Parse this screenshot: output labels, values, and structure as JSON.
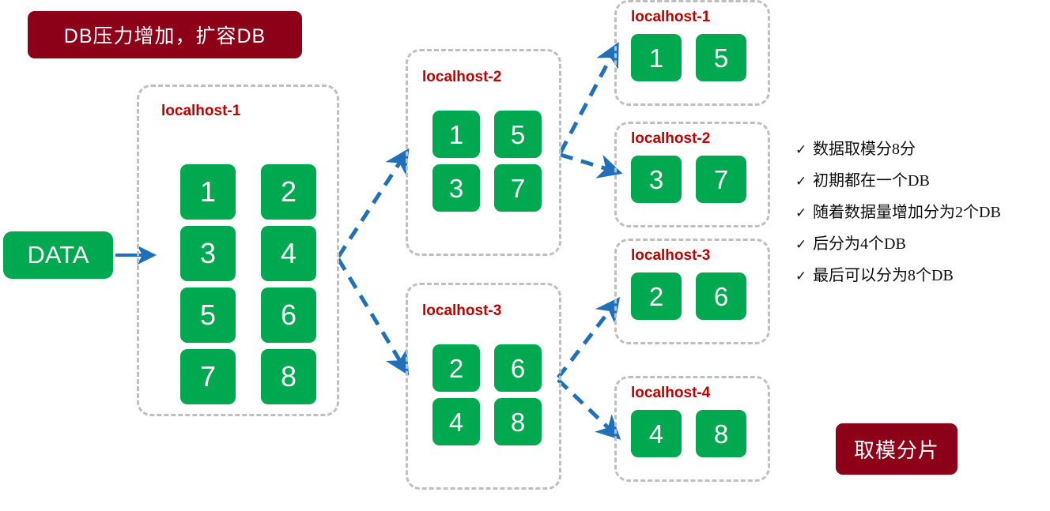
{
  "banner": {
    "title": "DB压力增加，扩容DB"
  },
  "source": {
    "label": "DATA",
    "arrow_icon": "arrow-right-icon"
  },
  "stage1": {
    "host": {
      "label": "localhost-1",
      "tiles": [
        "1",
        "2",
        "3",
        "4",
        "5",
        "6",
        "7",
        "8"
      ]
    }
  },
  "stage2": {
    "hosts": [
      {
        "label": "localhost-2",
        "tiles": [
          "1",
          "5",
          "3",
          "7"
        ]
      },
      {
        "label": "localhost-3",
        "tiles": [
          "2",
          "6",
          "4",
          "8"
        ]
      }
    ]
  },
  "stage3": {
    "hosts": [
      {
        "label": "localhost-1",
        "tiles": [
          "1",
          "5"
        ]
      },
      {
        "label": "localhost-2",
        "tiles": [
          "3",
          "7"
        ]
      },
      {
        "label": "localhost-3",
        "tiles": [
          "2",
          "6"
        ]
      },
      {
        "label": "localhost-4",
        "tiles": [
          "4",
          "8"
        ]
      }
    ]
  },
  "notes": {
    "check_glyph": "✓",
    "items": [
      "数据取模分8分",
      "初期都在一个DB",
      "随着数据量增加分为2个DB",
      "后分为4个DB",
      "最后可以分为8个DB"
    ]
  },
  "footer": {
    "badge": "取模分片"
  },
  "colors": {
    "tile_green": "#00A94F",
    "banner_red": "#8C0018",
    "label_red": "#C00000",
    "connector_blue": "#1F70B8",
    "container_gray": "#BFBFBF"
  }
}
